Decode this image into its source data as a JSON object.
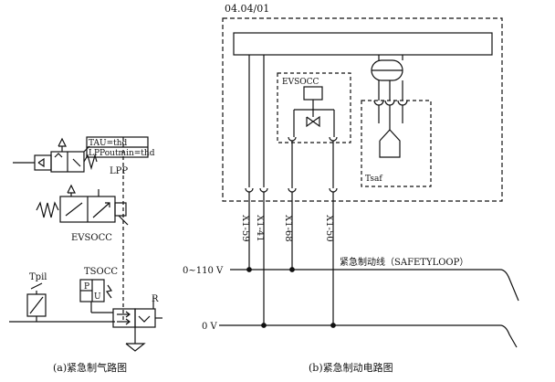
{
  "diagram_ref": "04.04/01",
  "left_diagram": {
    "tau_label": "TAU=thd",
    "lpp_out_label": "LPPoutmin=thd",
    "lpp_label": "LPP",
    "evsocc_label": "EVSOCC",
    "tpil_label": "Tpil",
    "tsocc_label": "TSOCC",
    "p_label": "P",
    "u_label": "U",
    "r_label": "R",
    "caption": "(a)紧急制气路图"
  },
  "right_diagram": {
    "evsocc_label": "EVSOCC",
    "tsaf_label": "Tsaf",
    "terminals": [
      "X1-59",
      "X1-41",
      "X1-68",
      "X1-50"
    ],
    "rail_top_label": "0~110 V",
    "rail_bottom_label": "0 V",
    "loop_label": "紧急制动线（SAFETYLOOP）",
    "caption": "(b)紧急制动电路图"
  },
  "colors": {
    "line": "#111111",
    "background": "#ffffff"
  }
}
